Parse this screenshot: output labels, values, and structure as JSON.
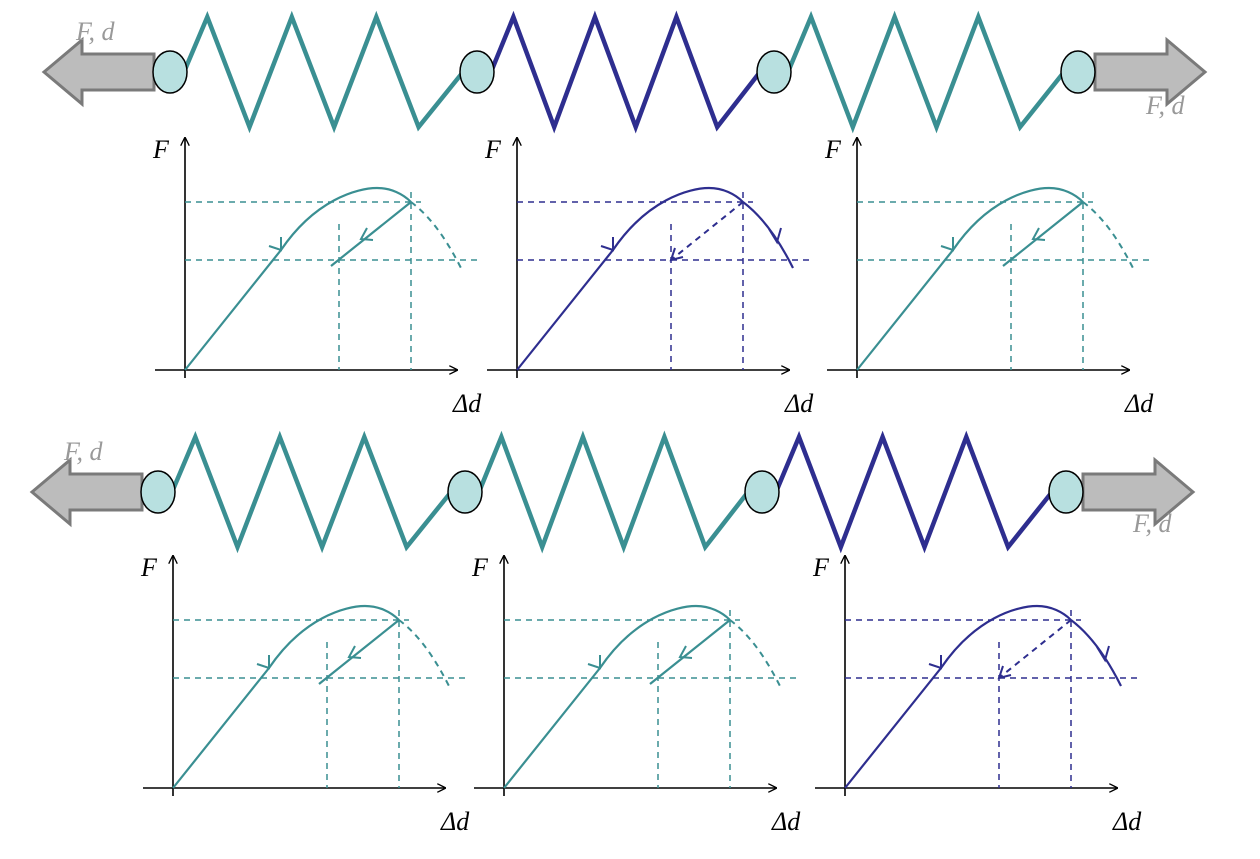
{
  "colors": {
    "teal": "#3a8f92",
    "navy": "#2e2e8f",
    "node_fill": "#b8e0e0",
    "arrow_fill": "#bcbcbc",
    "arrow_stroke": "#7a7a7a",
    "label_grey": "#999999",
    "axis": "#000000"
  },
  "labels": {
    "force_disp": "F, d",
    "axis_y": "F",
    "axis_x": "Δd"
  },
  "rows": [
    {
      "name": "top-row",
      "segments": [
        "teal",
        "navy",
        "teal"
      ],
      "plots": [
        {
          "name": "plot-1",
          "curve": "teal",
          "softening": false
        },
        {
          "name": "plot-2",
          "curve": "navy",
          "softening": true
        },
        {
          "name": "plot-3",
          "curve": "teal",
          "softening": false
        }
      ]
    },
    {
      "name": "bottom-row",
      "segments": [
        "teal",
        "teal",
        "navy"
      ],
      "plots": [
        {
          "name": "plot-4",
          "curve": "teal",
          "softening": false
        },
        {
          "name": "plot-5",
          "curve": "teal",
          "softening": false
        },
        {
          "name": "plot-6",
          "curve": "navy",
          "softening": true
        }
      ]
    }
  ]
}
